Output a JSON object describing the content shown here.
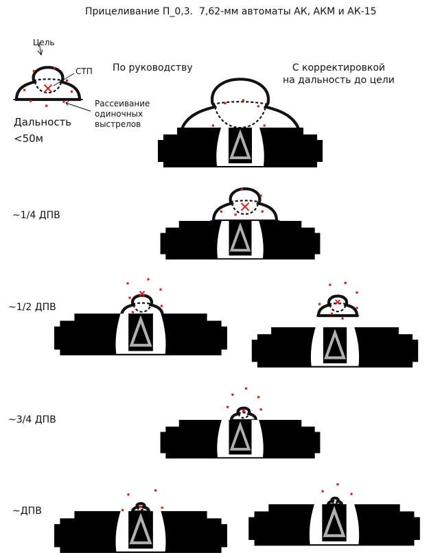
{
  "title": "Прицеливание П_0,3.  7,62-мм автоматы АК, АКМ и АК-15",
  "columns": {
    "by_manual": "По руководству",
    "corrected": "С корректировкой\nна дальность до цели"
  },
  "legend": {
    "target": "Цель",
    "mpi": "СТП",
    "dispersion": "Рассеивание\nодиночных\nвыстрелов"
  },
  "rows": [
    {
      "label": "Дальность\n<50м"
    },
    {
      "label": "~1/4 ДПВ"
    },
    {
      "label": "~1/2 ДПВ"
    },
    {
      "label": "~3/4 ДПВ"
    },
    {
      "label": "~ДПВ"
    }
  ],
  "colors": {
    "dots": "#d42020",
    "sight": "#000000",
    "triangle": "#b0b0b0"
  }
}
